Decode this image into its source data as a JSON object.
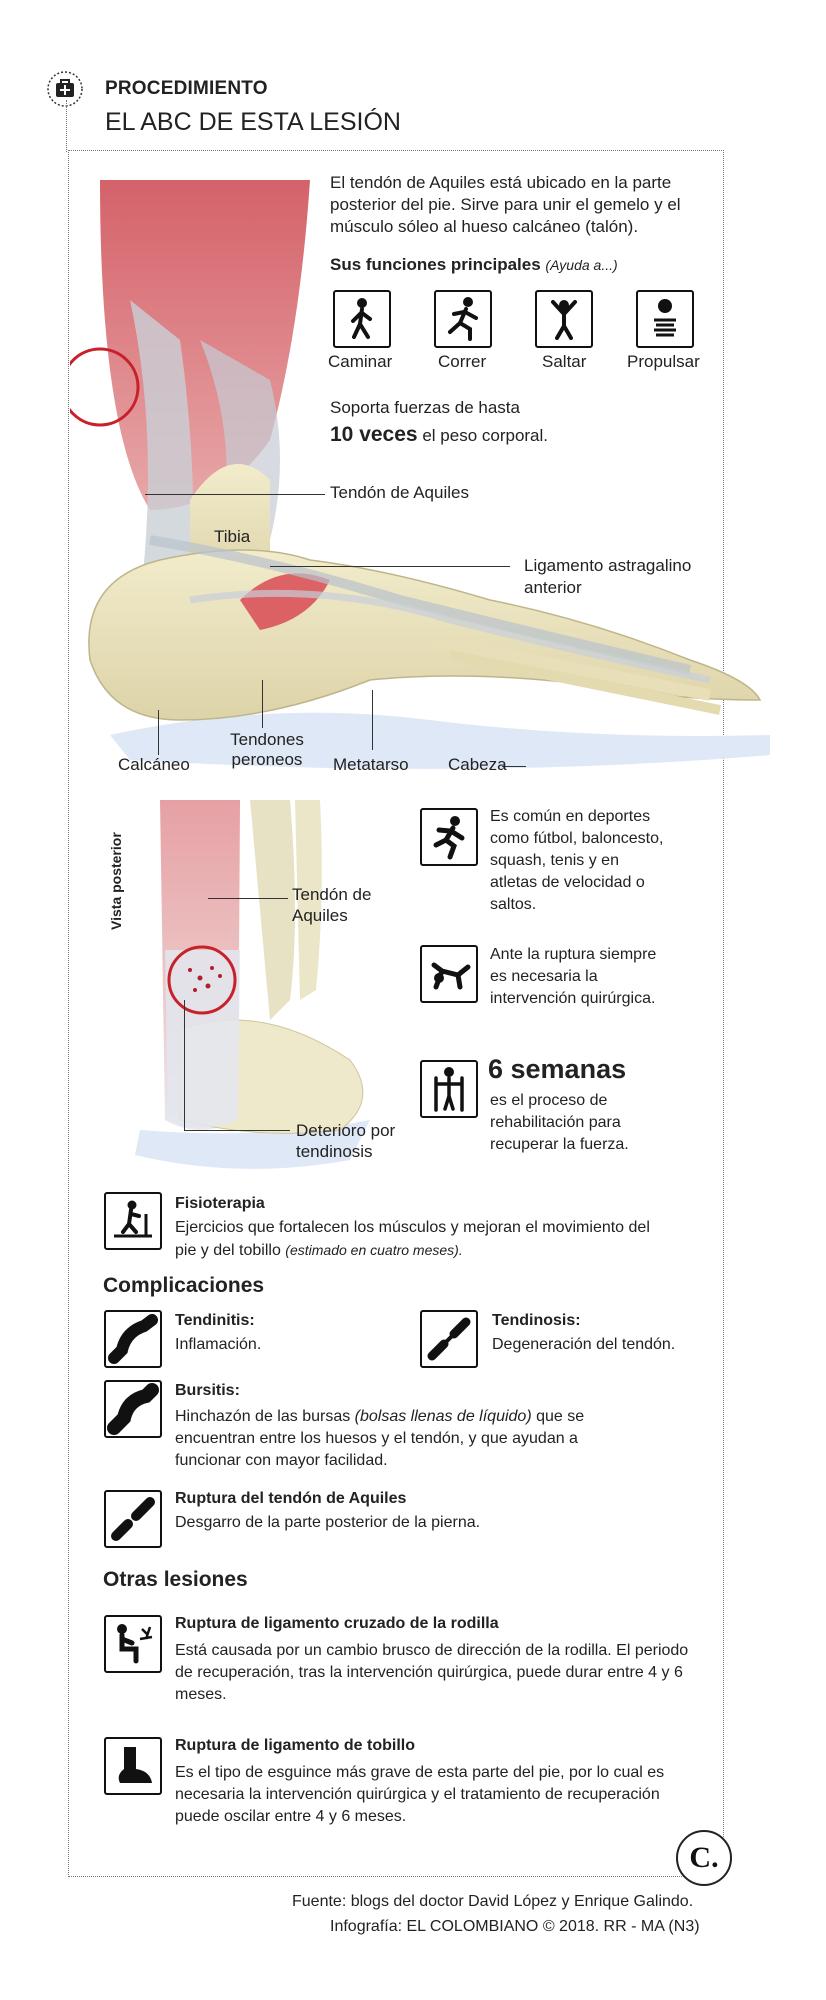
{
  "header": {
    "kicker": "PROCEDIMIENTO",
    "title": "EL ABC DE ESTA LESIÓN"
  },
  "intro": {
    "description": "El tendón de Aquiles está ubicado en la parte posterior del pie. Sirve para unir el gemelo y el músculo sóleo al hueso calcáneo (talón).",
    "functions_title": "Sus funciones principales",
    "functions_note": "(Ayuda a...)",
    "functions": [
      {
        "label": "Caminar",
        "icon": "walking-icon"
      },
      {
        "label": "Correr",
        "icon": "running-icon"
      },
      {
        "label": "Saltar",
        "icon": "jumping-icon"
      },
      {
        "label": "Propulsar",
        "icon": "spring-icon"
      }
    ],
    "force_line1": "Soporta fuerzas de hasta",
    "force_bold": "10 veces",
    "force_rest": "el peso corporal."
  },
  "side_view_labels": {
    "achilles": "Tendón de Aquiles",
    "tibia": "Tibia",
    "ligament": "Ligamento astragalino anterior",
    "calcaneo": "Calcáneo",
    "tendones": "Tendones peroneos",
    "metatarso": "Metatarso",
    "cabeza": "Cabeza"
  },
  "posterior_view": {
    "vertical_label": "Vista posterior",
    "achilles": "Tendón de Aquiles",
    "deterioro": "Deterioro por tendinosis"
  },
  "facts": [
    {
      "icon": "sprinter-icon",
      "text": "Es común en deportes como fútbol, baloncesto, squash, tenis y en atletas de velocidad o saltos."
    },
    {
      "icon": "injured-person-icon",
      "text": "Ante la ruptura siempre es necesaria la intervención quirúrgica."
    },
    {
      "icon": "crutches-icon",
      "headline": "6 semanas",
      "text": "es el proceso de rehabilitación para recuperar la fuerza."
    }
  ],
  "physio": {
    "title": "Fisioterapia",
    "text": "Ejercicios que fortalecen los músculos y mejoran el movimiento del pie y del tobillo",
    "note": "(estimado en cuatro meses)."
  },
  "complications": {
    "title": "Complicaciones",
    "items": [
      {
        "title": "Tendinitis:",
        "text": "Inflamación."
      },
      {
        "title": "Tendinosis:",
        "text": "Degeneración del tendón."
      },
      {
        "title": "Bursitis:",
        "text_pre": "Hinchazón de las bursas ",
        "text_italic": "(bolsas llenas de líquido)",
        "text_post": " que se encuentran entre los huesos y el tendón, y que ayudan a funcionar con mayor facilidad."
      },
      {
        "title": "Ruptura del tendón de Aquiles",
        "text": "Desgarro de la parte posterior de la pierna."
      }
    ]
  },
  "other_injuries": {
    "title": "Otras lesiones",
    "items": [
      {
        "title": "Ruptura de ligamento cruzado de la rodilla",
        "text": "Está causada por un cambio brusco de dirección de la rodilla. El periodo de recuperación, tras la intervención quirúrgica, puede durar entre 4 y 6 meses."
      },
      {
        "title": "Ruptura de ligamento de tobillo",
        "text": "Es el tipo de esguince más grave de esta parte del pie, por lo cual es necesaria la intervención quirúrgica y el tratamiento de recuperación puede oscilar entre 4 y 6 meses."
      }
    ]
  },
  "footer": {
    "source": "Fuente: blogs del doctor David López y Enrique Galindo.",
    "credit": "Infografía: EL COLOMBIANO © 2018. RR - MA (N3)",
    "logo_letter": "C."
  }
}
